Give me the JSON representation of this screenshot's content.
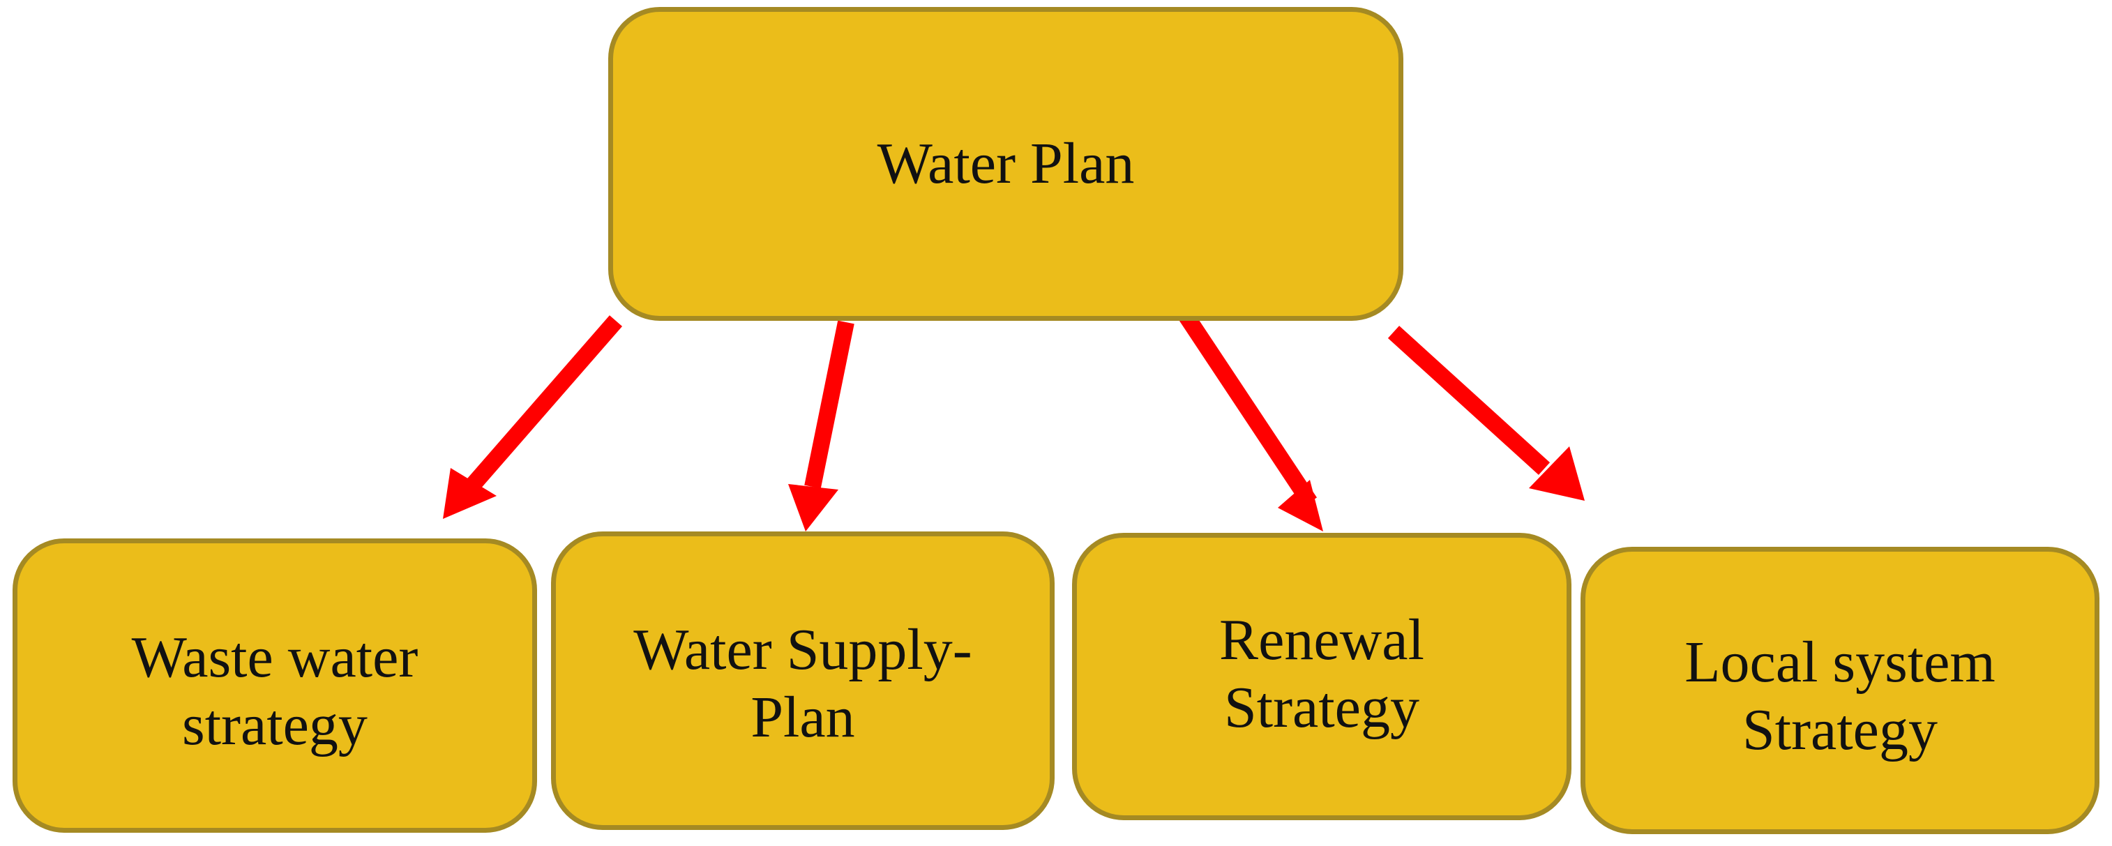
{
  "diagram": {
    "root": {
      "label": "Water Plan"
    },
    "children": [
      {
        "label": "Waste water\nstrategy"
      },
      {
        "label": "Water Supply-\nPlan"
      },
      {
        "label": "Renewal\nStrategy"
      },
      {
        "label": "Local system\nStrategy"
      }
    ],
    "colors": {
      "box_fill": "#ebbd1a",
      "box_border": "#a58a23",
      "arrow": "#ff0000",
      "text": "#111111"
    }
  }
}
